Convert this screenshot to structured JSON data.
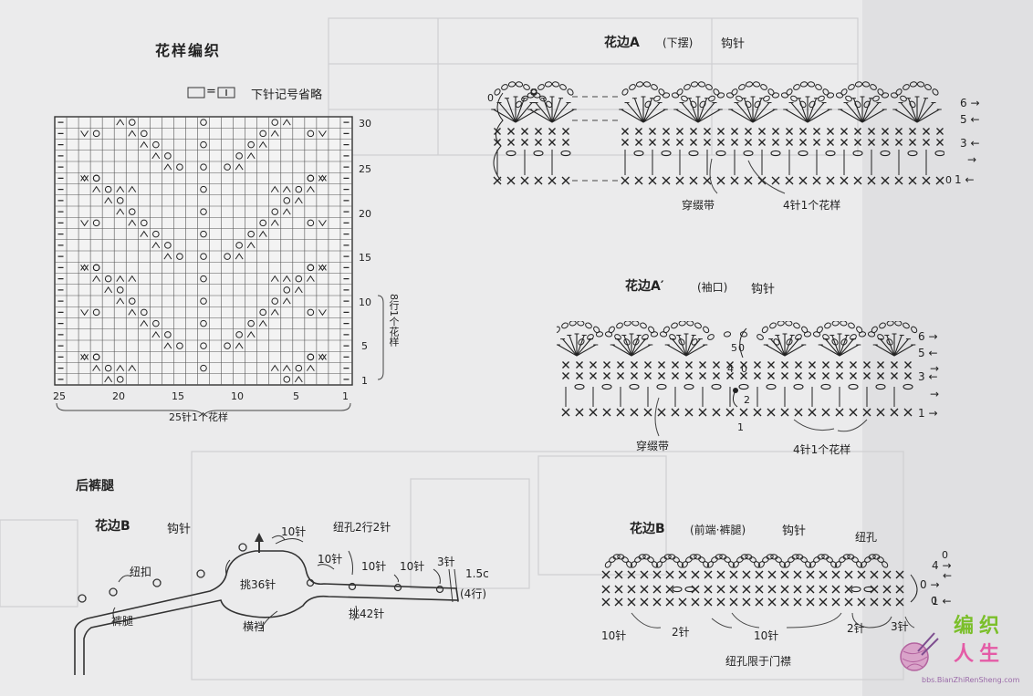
{
  "chart_pattern": {
    "title": "花样编织",
    "legend_eq": "=",
    "legend_text": "下针记号省略",
    "row_labels": [
      "30",
      "25",
      "20",
      "15",
      "10",
      "5",
      "1"
    ],
    "col_labels": [
      "25",
      "20",
      "15",
      "10",
      "5",
      "1"
    ],
    "repeat_rows_label": "8行1个花样",
    "repeat_cols_label": "25针1个花样"
  },
  "edge_a": {
    "title": "花边A",
    "sub": "(下摆)",
    "tool": "钩针",
    "row_labels": [
      "6",
      "5",
      "3",
      "1"
    ],
    "row_marks": [
      "0",
      "0"
    ],
    "note_ribbon": "穿缀带",
    "note_repeat": "4针1个花样"
  },
  "edge_a2": {
    "title": "花边A′",
    "sub": "(袖口)",
    "tool": "钩针",
    "row_labels": [
      "6",
      "5",
      "3",
      "1"
    ],
    "inner_marks": [
      "5",
      "0",
      "4",
      "0",
      "2",
      "1"
    ],
    "note_ribbon": "穿缀带",
    "note_repeat": "4针1个花样"
  },
  "back_leg": {
    "heading": "后裤腿",
    "title": "花边B",
    "tool": "钩针",
    "labels": {
      "n10a": "10针",
      "buttonhole": "纽孔2行2针",
      "n10b": "10针",
      "n10c": "10针",
      "n10d": "10针",
      "n3": "3针",
      "size": "1.5c",
      "rows4": "(4行)",
      "button": "纽扣",
      "leg": "裤腿",
      "pick36": "挑36针",
      "crotch": "横裆",
      "pick42": "挑42针"
    }
  },
  "edge_b": {
    "title": "花边B",
    "sub": "(前端·裤腿)",
    "tool": "钩针",
    "buttonhole": "纽孔",
    "row_labels": [
      "4",
      "0",
      "1"
    ],
    "row_marks": [
      "0",
      "0"
    ],
    "counts": [
      "10针",
      "2针",
      "10针",
      "2针",
      "3针"
    ],
    "note": "纽孔限于门襟"
  },
  "logo": {
    "line1": "编织",
    "line2": "人生",
    "url": "bbs.BianZhiRenSheng.com"
  }
}
